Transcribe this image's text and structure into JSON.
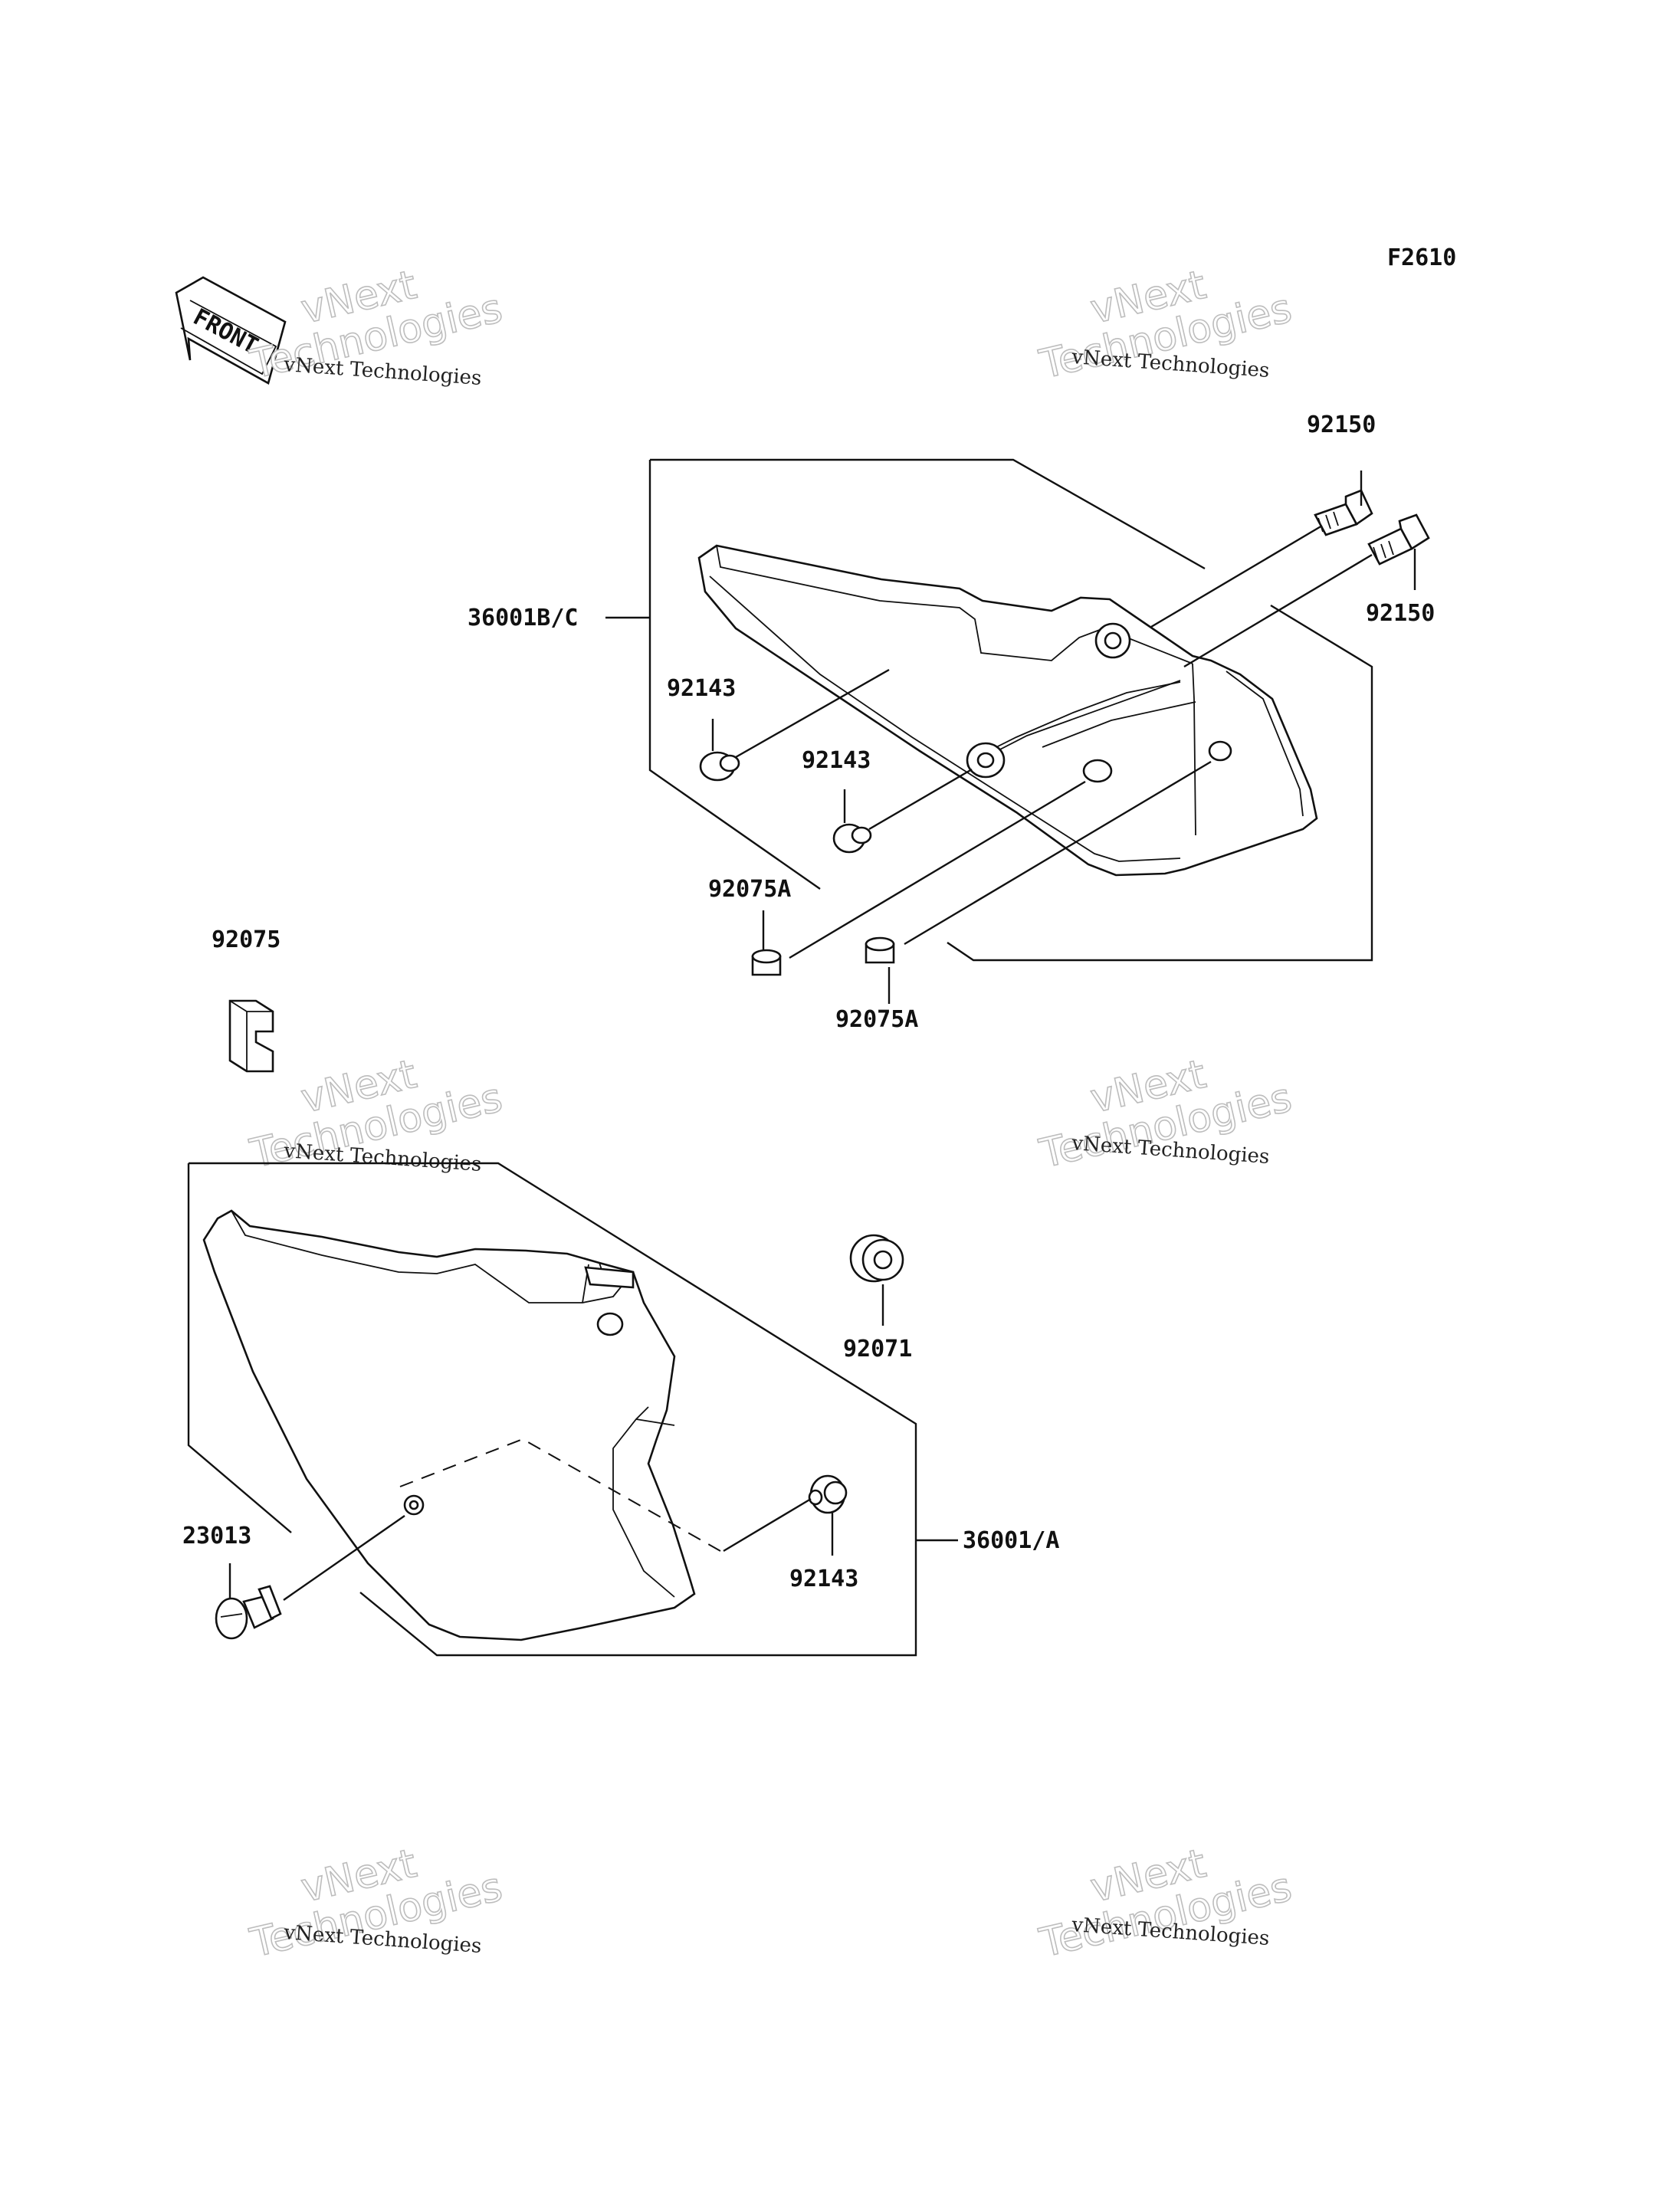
{
  "figure_code": "F2610",
  "front_arrow_label": "FRONT",
  "watermark": {
    "line1": "vNext",
    "line2": "Technologies",
    "caption": "vNext Technologies"
  },
  "parts": {
    "cover_upper": "36001B/C",
    "cover_lower": "36001/A",
    "bolt_a": "92150",
    "bolt_b": "92150",
    "grommet_upper_a": "92143",
    "grommet_upper_b": "92143",
    "collar_a": "92075A",
    "collar_b": "92075A",
    "clip": "92075",
    "grommet_large": "92071",
    "fastener": "23013",
    "grommet_lower": "92143"
  }
}
